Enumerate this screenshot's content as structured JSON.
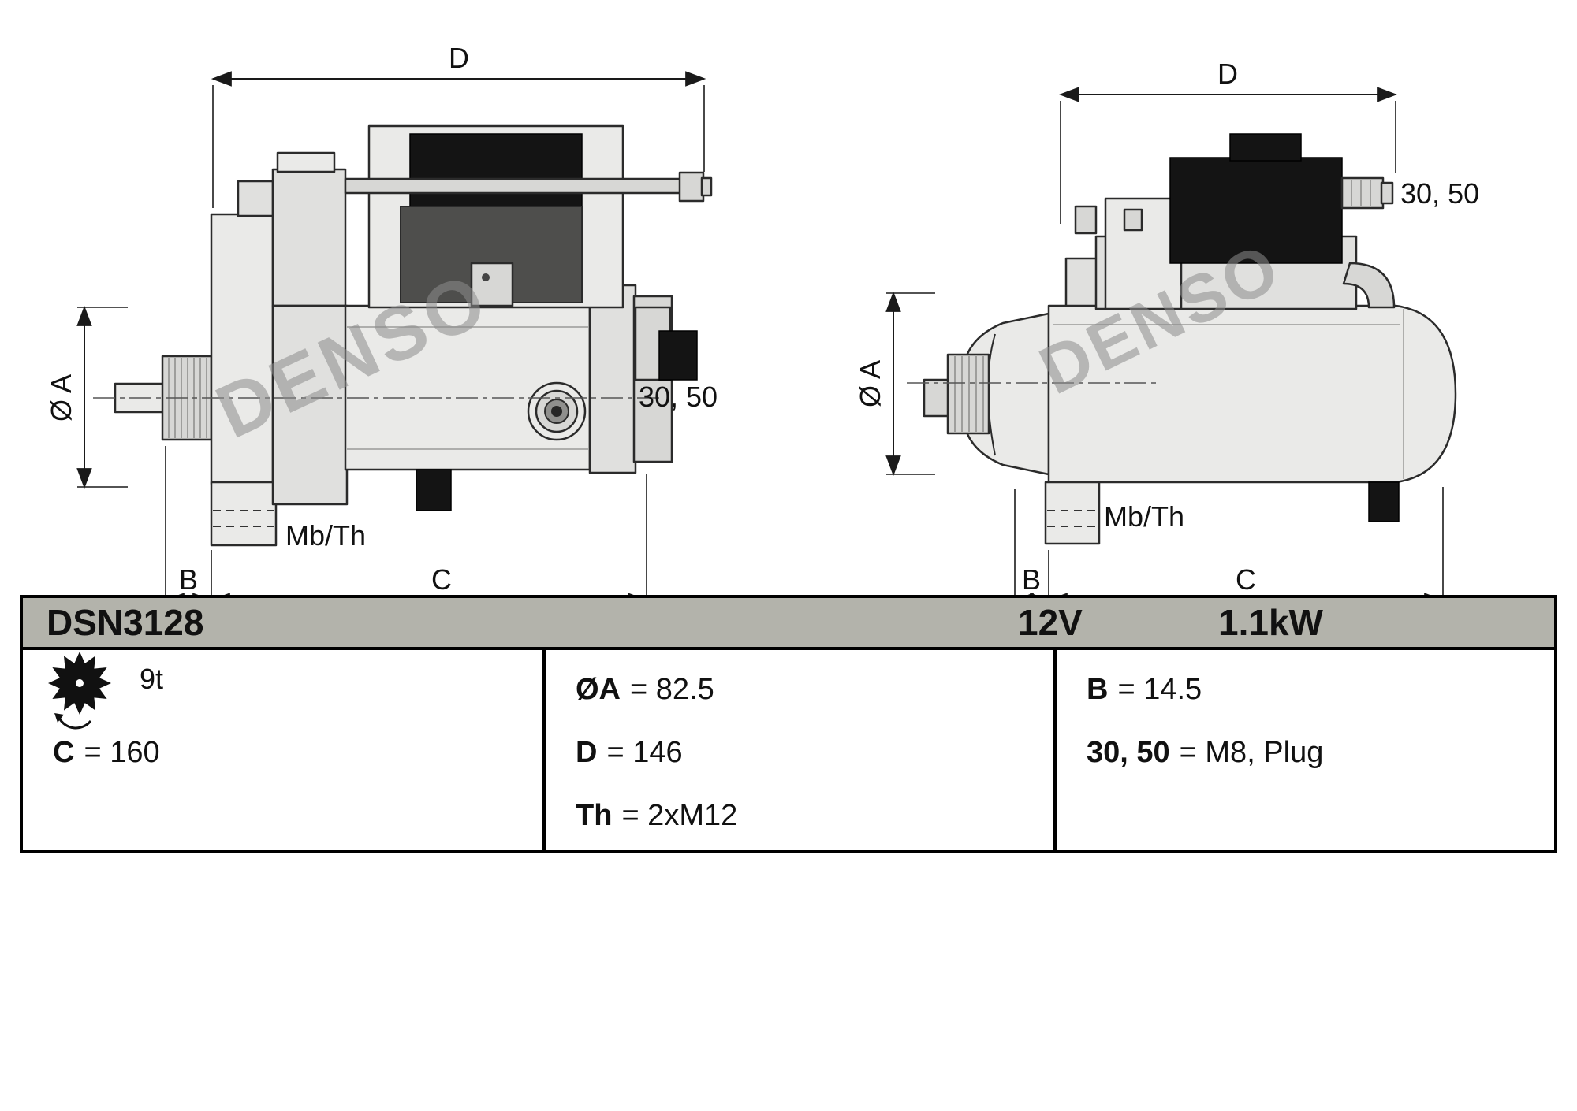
{
  "drawing": {
    "watermark": "DENSO",
    "dim_d": "D",
    "dim_a": "Ø A",
    "dim_b": "B",
    "dim_c": "C",
    "mount_label": "Mb/Th",
    "terminal_label": "30, 50"
  },
  "header": {
    "model": "DSN3128",
    "voltage": "12V",
    "power": "1.1kW"
  },
  "specs": {
    "pinion_teeth": "9t",
    "c": {
      "label": "C",
      "value": "= 160"
    },
    "oa": {
      "label": "ØA",
      "value": "= 82.5"
    },
    "d": {
      "label": "D",
      "value": "= 146"
    },
    "th": {
      "label": "Th",
      "value": "= 2xM12"
    },
    "b": {
      "label": "B",
      "value": "= 14.5"
    },
    "t30_50": {
      "label": "30, 50",
      "value": "= M8, Plug"
    }
  }
}
